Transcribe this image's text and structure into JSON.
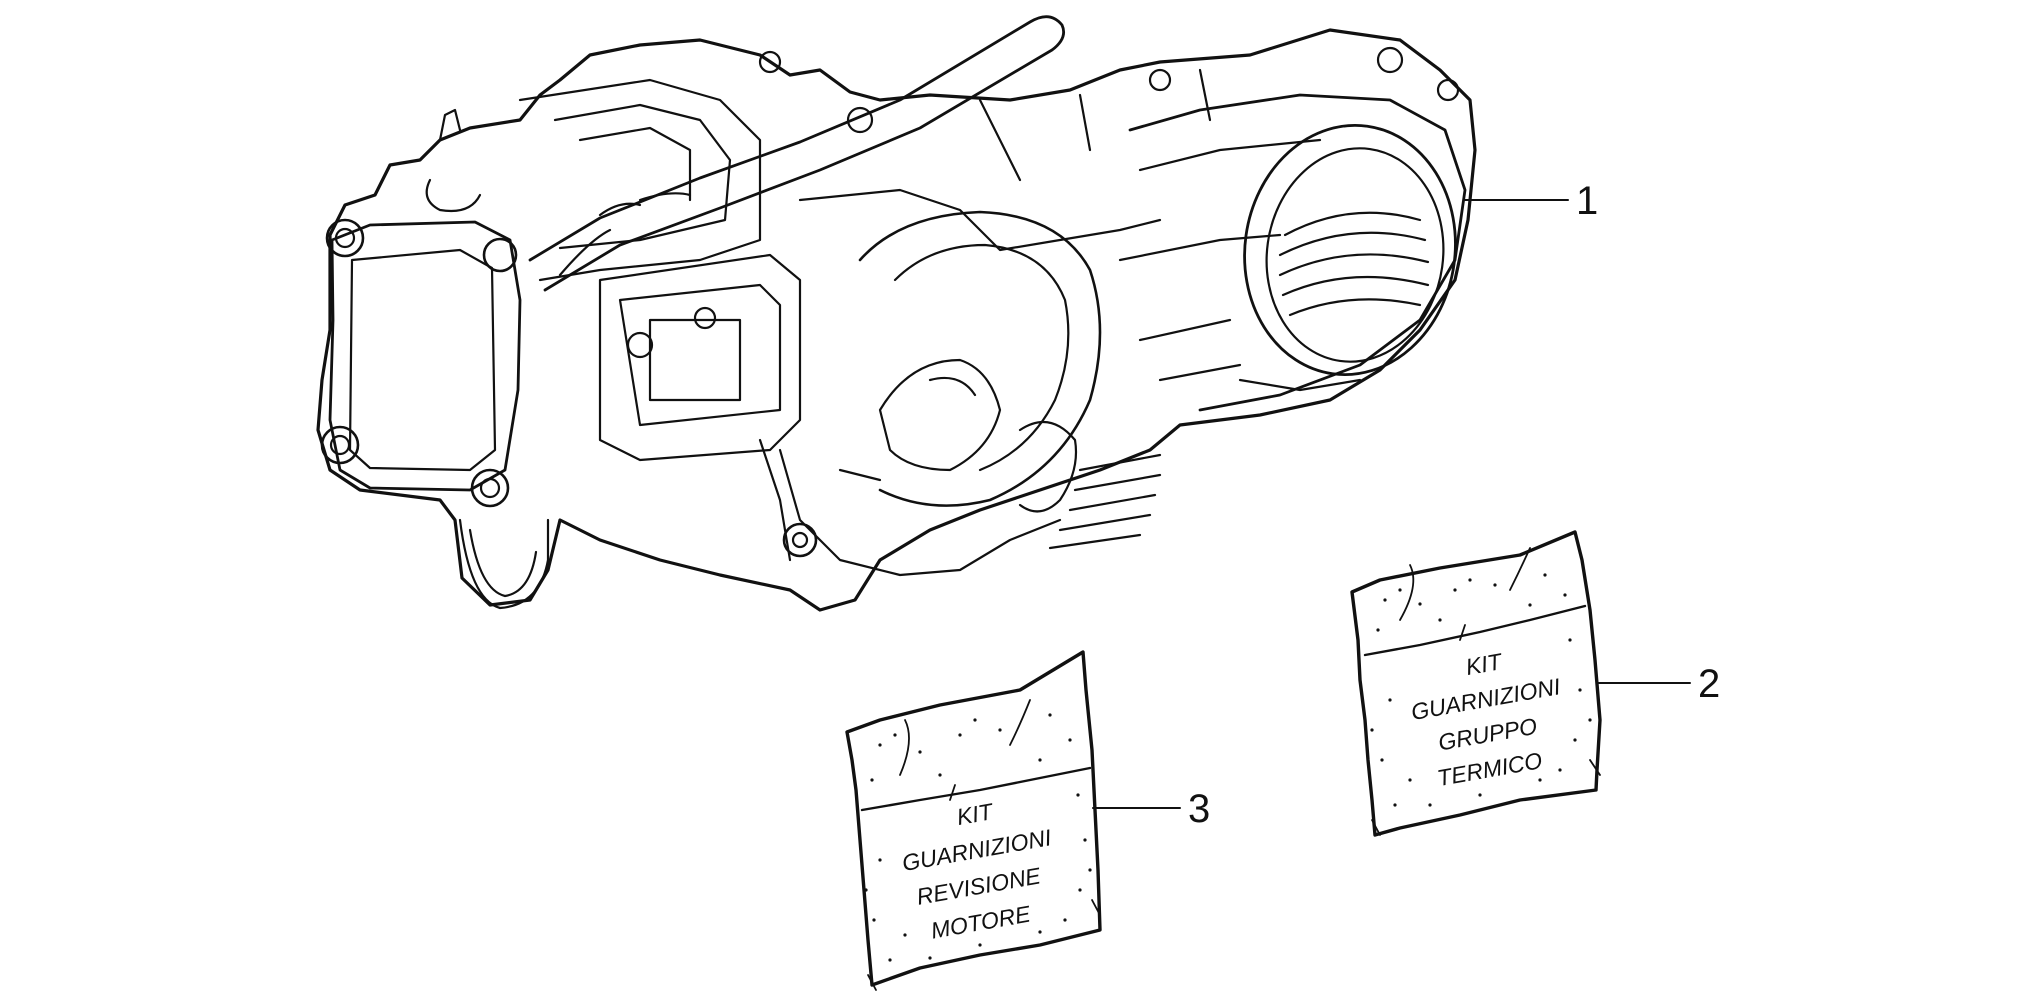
{
  "callouts": [
    {
      "number": "1",
      "part": "engine"
    },
    {
      "number": "2",
      "part": "gasket-kit-cylinder"
    },
    {
      "number": "3",
      "part": "gasket-kit-overhaul"
    }
  ],
  "bags": {
    "cylinder_kit": [
      "KIT",
      "GUARNIZIONI",
      "GRUPPO",
      "TERMICO"
    ],
    "overhaul_kit": [
      "KIT",
      "GUARNIZIONI",
      "REVISIONE",
      "MOTORE"
    ]
  },
  "colors": {
    "line": "#111111",
    "background": "#ffffff"
  }
}
